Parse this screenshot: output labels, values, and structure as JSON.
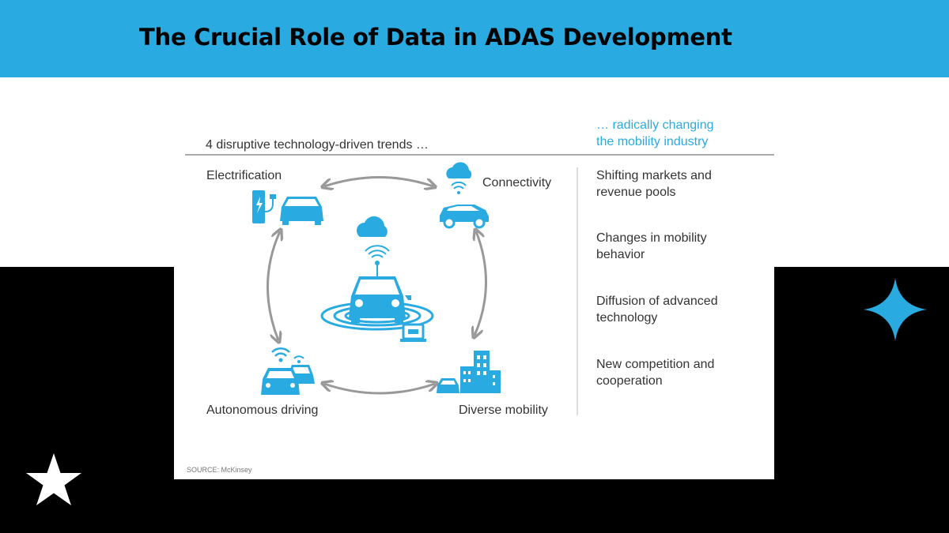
{
  "header": {
    "title": "The Crucial Role of Data in ADAS Development"
  },
  "diagram": {
    "left_heading": "4 disruptive technology-driven trends …",
    "right_heading": "… radically changing the mobility industry",
    "trends": {
      "electrification": "Electrification",
      "connectivity": "Connectivity",
      "autonomous": "Autonomous driving",
      "diverse": "Diverse mobility"
    },
    "impacts": [
      "Shifting markets and revenue pools",
      "Changes in mobility behavior",
      "Diffusion of advanced technology",
      "New competition and cooperation"
    ],
    "source": "SOURCE: McKinsey",
    "colors": {
      "accent": "#29abe2",
      "arrow": "#999999",
      "text": "#333333"
    }
  },
  "decor": {
    "icons": [
      "four-point-star-icon",
      "white-star-icon"
    ]
  }
}
